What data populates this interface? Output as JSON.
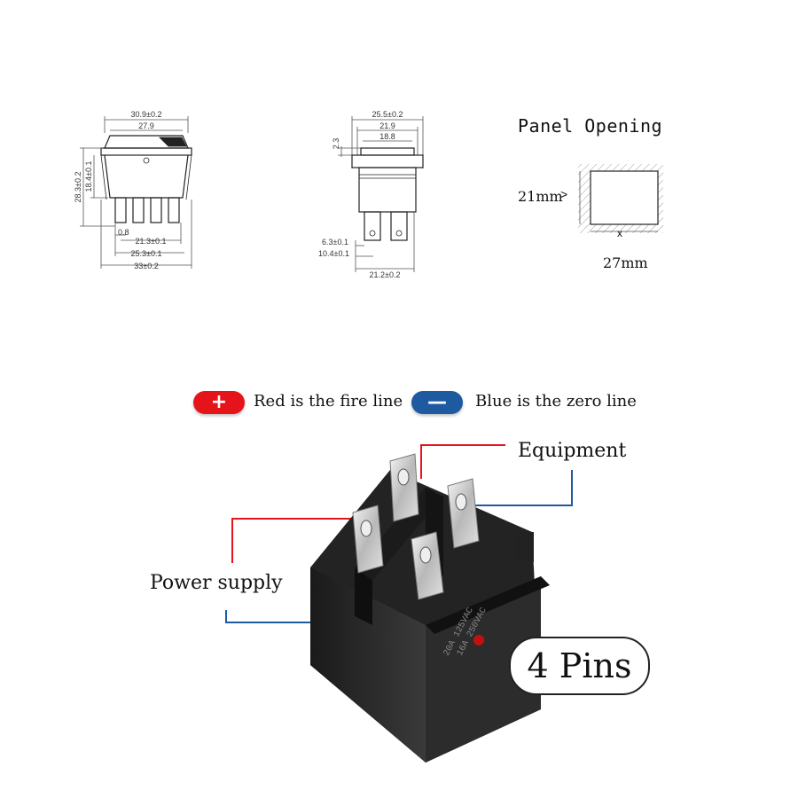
{
  "front_view": {
    "dims": {
      "overall_width": "30.9±0.2",
      "rocker_width": "27.9",
      "overall_height": "28.3±0.2",
      "body_height": "18.4±0.1",
      "offset": "0.8",
      "pin_span_inner": "21.3±0.1",
      "pin_span_outer": "25.3±0.1",
      "base_width": "33±0.2"
    }
  },
  "side_view": {
    "dims": {
      "width_outer": "25.5±0.2",
      "width_mid": "21.9",
      "width_inner": "18.8",
      "height_top": "2.3",
      "pin_offset_a": "6.3±0.1",
      "pin_offset_b": "10.4±0.1",
      "base_width": "21.2±0.2"
    }
  },
  "panel_opening": {
    "title": "Panel Opening",
    "height_label": "21mm",
    "height_marker": ">",
    "width_marker": "x",
    "width_label": "27mm"
  },
  "legend": {
    "red_symbol": "+",
    "red_text": "Red is the fire line",
    "blue_symbol": "—",
    "blue_text": "Blue is the zero line",
    "red_color": "#e5141b",
    "blue_color": "#1d5aa0"
  },
  "wiring": {
    "equipment_label": "Equipment",
    "power_label": "Power supply",
    "badge_text": "4 Pins"
  }
}
